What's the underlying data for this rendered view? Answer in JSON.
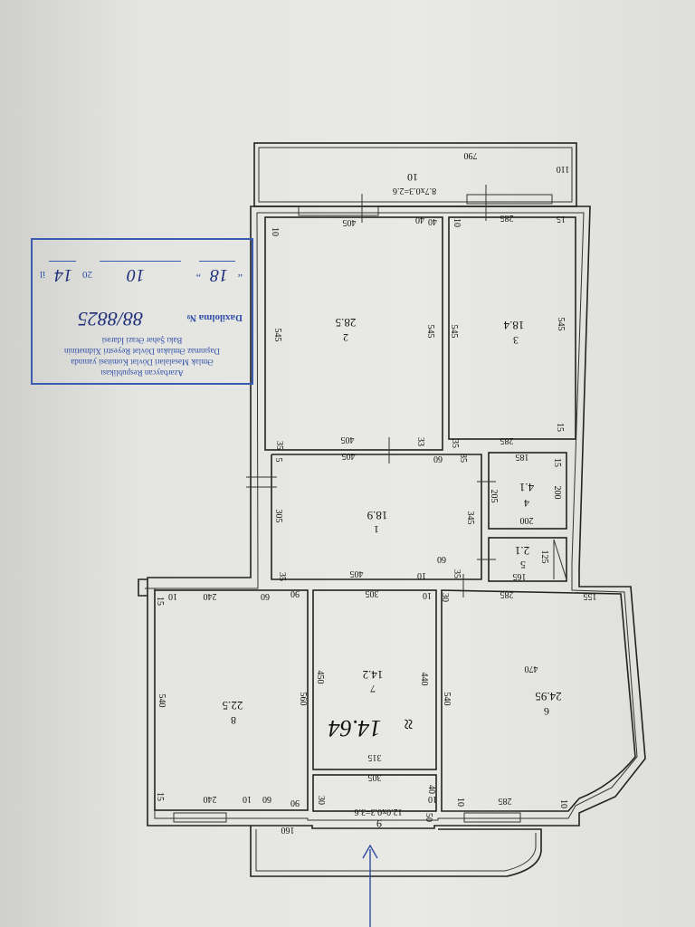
{
  "stamp": {
    "line1": "Azərbaycan Respublikası",
    "line2": "Əmlak Məsələləri Dövlət Komitəsi yanında",
    "line3": "Daşınmaz Əmlakın Dövlət Reyestri Xidmətinin",
    "line4": "Bakı Şəhər Ərazi İdarəsi",
    "reg_label": "Daxilolma №",
    "reg_number": "88/8825",
    "quote_open": "“",
    "quote_close": "”",
    "day": "18",
    "month": "10",
    "year_prefix": "20",
    "year": "14",
    "year_suffix": "il"
  },
  "rooms": [
    {
      "id": "room-1",
      "number": "1",
      "area": "18.9"
    },
    {
      "id": "room-2",
      "number": "2",
      "area": "28.5"
    },
    {
      "id": "room-3",
      "number": "3",
      "area": "18.4"
    },
    {
      "id": "room-4",
      "number": "4",
      "area": "4.1"
    },
    {
      "id": "room-5",
      "number": "5",
      "area": "2.1"
    },
    {
      "id": "room-6",
      "number": "6",
      "area": "24.95"
    },
    {
      "id": "room-7",
      "number": "7",
      "area": "14.2"
    },
    {
      "id": "room-8",
      "number": "8",
      "area": "22.5"
    }
  ],
  "balconies": {
    "top": {
      "number": "10",
      "formula": "8.7x0.3=2.6",
      "width": "790",
      "depth": "110"
    },
    "bottom": {
      "number": "9",
      "formula": "12.0x0.3=3.6",
      "width": "160"
    }
  },
  "handwritten_note": "14.64",
  "handwritten_mark": "≈",
  "dimensions": {
    "r2_top": "405",
    "r2_left": "545",
    "r2_right": "545",
    "r2_bottom": "405",
    "r2_c1": "10",
    "r2_c2": "40",
    "r2_c3": "40",
    "r2_c4": "35",
    "r2_c5": "33",
    "r3_top": "285",
    "r3_left": "545",
    "r3_right": "545",
    "r3_bottom": "285",
    "r3_c1": "10",
    "r3_c2": "15",
    "r3_c3": "15",
    "r3_c4": "35",
    "r1_top": "405",
    "r1_left": "305",
    "r1_right": "345",
    "r1_bottom": "405",
    "r1_c1": "5",
    "r1_c2": "60",
    "r1_c3": "85",
    "r1_c4": "35",
    "r1_c5": "10",
    "r1_c6": "60",
    "r4_top": "185",
    "r4_left": "205",
    "r4_right": "200",
    "r4_bottom": "200",
    "r4_c1": "15",
    "r5_width": "165",
    "r5_height": "125",
    "r6_top": "285",
    "r6_right": "155",
    "r6_width": "470",
    "r6_left": "540",
    "r6_bottom": "285",
    "r6_c1": "35",
    "r6_c2": "30",
    "r6_c3": "10",
    "r6_c4": "10",
    "r6_c5": "40",
    "r7_top": "305",
    "r7_left": "450",
    "r7_right": "440",
    "r7_bottom": "315",
    "r7_c1": "10",
    "r7_c2": "90",
    "r8_top": "240",
    "r8_left": "540",
    "r8_right": "560",
    "r8_bottom": "240",
    "r8_c1": "15",
    "r8_c2": "10",
    "r8_c3": "60",
    "r8_c4": "15",
    "r8_c5": "10",
    "r8_c6": "60",
    "corr_305": "305",
    "corr_c1": "90",
    "corr_c2": "30",
    "corr_c3": "10",
    "corr_c4": "50"
  },
  "colors": {
    "ink": "#222222",
    "stamp": "#3b5bb0",
    "stamp_ink": "#1f2f7a",
    "paper": "#e6e6e2"
  }
}
